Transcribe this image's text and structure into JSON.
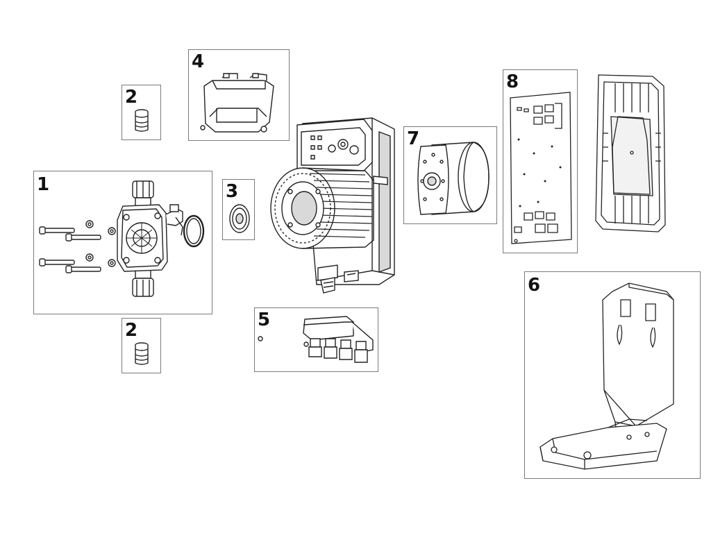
{
  "callouts": {
    "c1": "1",
    "c2_top": "2",
    "c2_bottom": "2",
    "c3": "3",
    "c4": "4",
    "c5": "5",
    "c6": "6",
    "c7": "7",
    "c8": "8"
  },
  "colors": {
    "line": "#222222",
    "frame": "#7a7a7a",
    "fill": "#ffffff",
    "shade": "#d9d9d9"
  }
}
